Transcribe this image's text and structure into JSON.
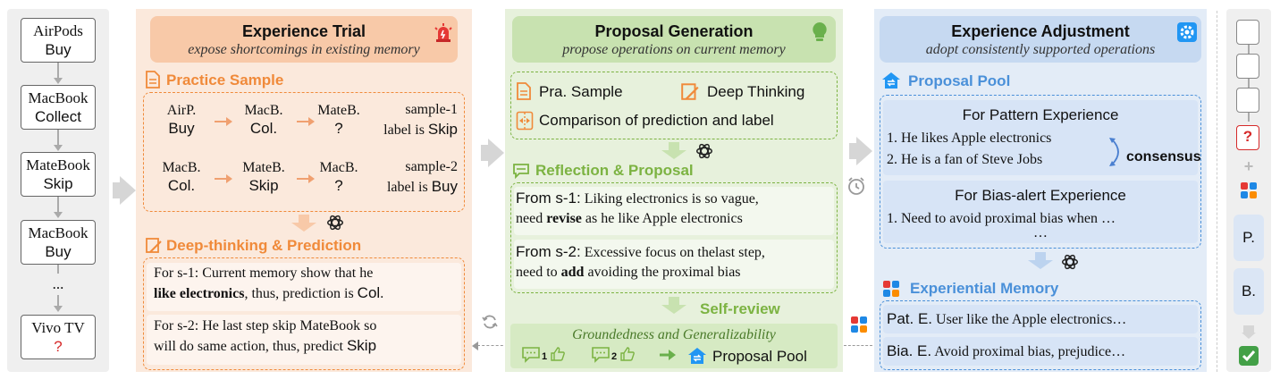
{
  "sequence": {
    "items": [
      {
        "item": "AirPods",
        "action": "Buy"
      },
      {
        "item": "MacBook",
        "action": "Collect"
      },
      {
        "item": "MateBook",
        "action": "Skip"
      },
      {
        "item": "MacBook",
        "action": "Buy"
      }
    ],
    "ellipsis": "...",
    "last": {
      "item": "Vivo TV",
      "action": "?"
    }
  },
  "trial": {
    "title": "Experience Trial",
    "subtitle": "expose shortcomings in existing memory",
    "practice_label": "Practice Sample",
    "samples": [
      {
        "steps": [
          {
            "item": "AirP.",
            "action": "Buy"
          },
          {
            "item": "MacB.",
            "action": "Col."
          },
          {
            "item": "MateB.",
            "action": "?"
          }
        ],
        "label_line1": "sample-1",
        "label_line2_prefix": "label is",
        "label_value": "Skip"
      },
      {
        "steps": [
          {
            "item": "MacB.",
            "action": "Col."
          },
          {
            "item": "MateB.",
            "action": "Skip"
          },
          {
            "item": "MacB.",
            "action": "?"
          }
        ],
        "label_line1": "sample-2",
        "label_line2_prefix": "label is",
        "label_value": "Buy"
      }
    ],
    "deep_label": "Deep-thinking & Prediction",
    "pred1": {
      "a": "For s-1: Current memory show that he",
      "bold": "like electronics",
      "b": ", thus, prediction is",
      "value": "Col",
      "end": "."
    },
    "pred2": {
      "a": "For s-2: He last step skip MateBook so",
      "b": "will do same action, thus, predict",
      "value": "Skip"
    }
  },
  "proposal": {
    "title": "Proposal Generation",
    "subtitle": "propose operations on current memory",
    "inputs": {
      "sample": "Pra. Sample",
      "thinking": "Deep Thinking",
      "comparison": "Comparison of prediction and label"
    },
    "reflection_label": "Reflection & Proposal",
    "r1": {
      "prefix": "From s-1:",
      "a": "Liking electronics is so vague,",
      "b": "need",
      "bold": "revise",
      "c": "as he like Apple electronics"
    },
    "r2": {
      "prefix": "From s-2:",
      "a": "Excessive focus on the",
      "a2": "last step,",
      "b": "need to",
      "bold": "add",
      "c": "avoiding the proximal bias"
    },
    "self_review": "Self-review",
    "criteria": "Groundedness and Generalizability",
    "c1": "1",
    "c2": "2",
    "pool_label": "Proposal Pool"
  },
  "adjust": {
    "title": "Experience Adjustment",
    "subtitle": "adopt consistently supported operations",
    "pool_label": "Proposal Pool",
    "pattern_title": "For Pattern Experience",
    "pattern_items": [
      "1. He likes Apple electronics",
      "2. He is a fan of Steve Jobs"
    ],
    "consensus": "consensus",
    "bias_title": "For Bias-alert Experience",
    "bias_item": "1. Need to avoid proximal bias when …",
    "bias_more": "…",
    "memory_label": "Experiential Memory",
    "mem1": {
      "prefix": "Pat. E.",
      "text": "User like the Apple electronics…"
    },
    "mem2": {
      "prefix": "Bia. E.",
      "text": "Avoid proximal bias, prejudice…"
    }
  },
  "right": {
    "q": "?",
    "plus": "+",
    "p": "P.",
    "b": "B."
  },
  "colors": {
    "orange": "#f08a3a",
    "green": "#7cb342",
    "blue": "#4a90d9",
    "red": "#d62a2a"
  }
}
